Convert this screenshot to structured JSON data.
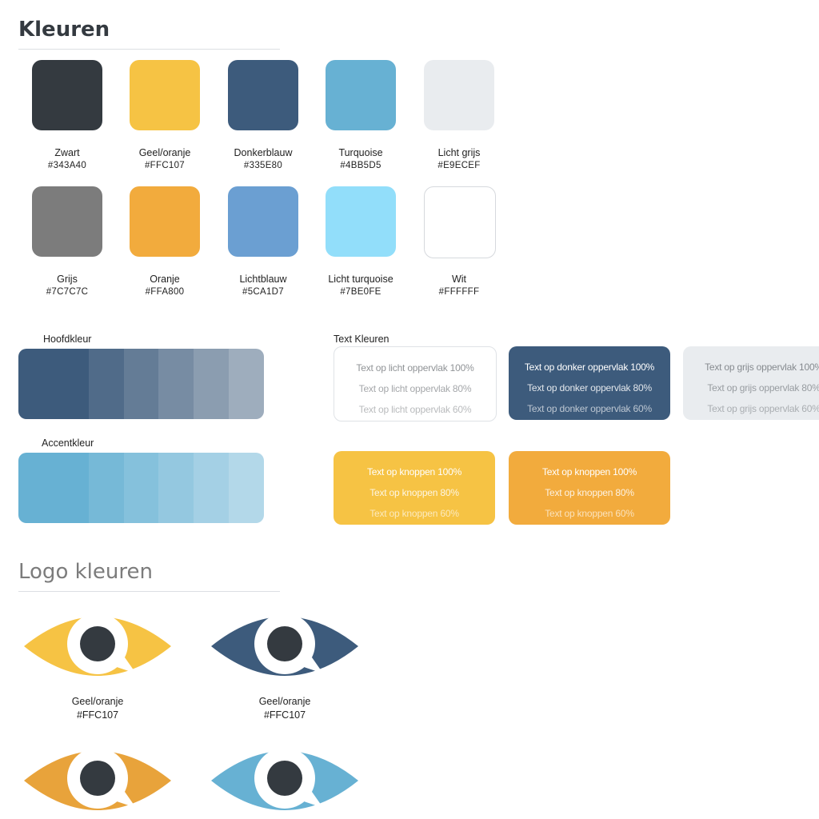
{
  "kleuren": {
    "title": "Kleuren",
    "swatches": [
      {
        "name": "Zwart",
        "hex": "#343A40",
        "color": "#343A40"
      },
      {
        "name": "Geel/oranje",
        "hex": "#FFC107",
        "color": "#F6C344"
      },
      {
        "name": "Donkerblauw",
        "hex": "#335E80",
        "color": "#3D5B7C"
      },
      {
        "name": "Turquoise",
        "hex": "#4BB5D5",
        "color": "#67B1D3"
      },
      {
        "name": "Licht grijs",
        "hex": "#E9ECEF",
        "color": "#E9ECEF"
      },
      {
        "name": "Grijs",
        "hex": "#7C7C7C",
        "color": "#7C7C7C"
      },
      {
        "name": "Oranje",
        "hex": "#FFA800",
        "color": "#F2AB3D"
      },
      {
        "name": "Lichtblauw",
        "hex": "#5CA1D7",
        "color": "#6B9FD2"
      },
      {
        "name": "Licht turquoise",
        "hex": "#7BE0FE",
        "color": "#92DEFA"
      },
      {
        "name": "Wit",
        "hex": "#FFFFFF",
        "color": "#FFFFFF"
      }
    ]
  },
  "hoofdkleur": {
    "label": "Hoofdkleur",
    "color": "#3D5B7C"
  },
  "accentkleur": {
    "label": "Accentkleur",
    "color": "#67B1D3"
  },
  "text_kleuren": {
    "label": "Text Kleuren",
    "boxes": [
      {
        "bg": "#FFFFFF",
        "text_color": "#343A40",
        "lines": [
          "Text op licht oppervlak 100%",
          "Text op licht oppervlak 80%",
          "Text op licht oppervlak 60%"
        ]
      },
      {
        "bg": "#3D5B7C",
        "text_color": "#FFFFFF",
        "lines": [
          "Text op donker oppervlak 100%",
          "Text op donker oppervlak 80%",
          "Text op donker oppervlak  60%"
        ]
      },
      {
        "bg": "#E9ECEF",
        "text_color": "#343A40",
        "lines": [
          "Text op grijs oppervlak 100%",
          "Text op grijs oppervlak 80%",
          "Text op grijs oppervlak  60%"
        ]
      },
      {
        "bg": "#F6C344",
        "text_color": "#FFFFFF",
        "lines": [
          "Text op knoppen 100%",
          "Text op knoppen 80%",
          "Text op knoppen 60%"
        ]
      },
      {
        "bg": "#F2AB3D",
        "text_color": "#FFFFFF",
        "lines": [
          "Text op knoppen 100%",
          "Text op knoppen 80%",
          "Text op knoppen 60%"
        ]
      }
    ]
  },
  "logo_kleuren": {
    "title": "Logo kleuren",
    "logos": [
      {
        "name": "Geel/oranje",
        "hex": "#FFC107",
        "color": "#F6C344"
      },
      {
        "name": "Geel/oranje",
        "hex": "#FFC107",
        "color": "#3D5B7C"
      },
      {
        "name": "",
        "hex": "",
        "color": "#E8A33B"
      },
      {
        "name": "",
        "hex": "",
        "color": "#67B1D3"
      }
    ],
    "pupil_color": "#343A40"
  }
}
